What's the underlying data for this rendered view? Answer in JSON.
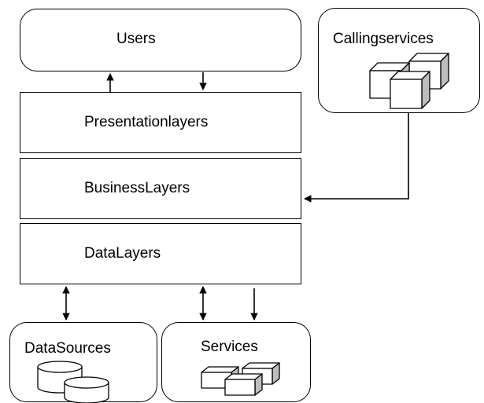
{
  "nodes": {
    "users": "Users",
    "calling_services": "Callingservices",
    "presentation": "Presentationlayers",
    "business": "BusinessLayers",
    "data_layers": "DataLayers",
    "data_sources": "DataSources",
    "services": "Services"
  },
  "icons": {
    "calling_services": "three-cubes-icon",
    "services": "three-blocks-icon",
    "data_sources": "database-cylinders-icon"
  },
  "edges": [
    {
      "from": "presentation",
      "to": "users"
    },
    {
      "from": "users",
      "to": "presentation"
    },
    {
      "from": "calling_services",
      "to": "business"
    },
    {
      "from": "data_layers",
      "to": "data_sources",
      "bidirectional": true
    },
    {
      "from": "data_layers",
      "to": "services",
      "bidirectional": true
    },
    {
      "from": "data_layers",
      "to": "services"
    }
  ]
}
